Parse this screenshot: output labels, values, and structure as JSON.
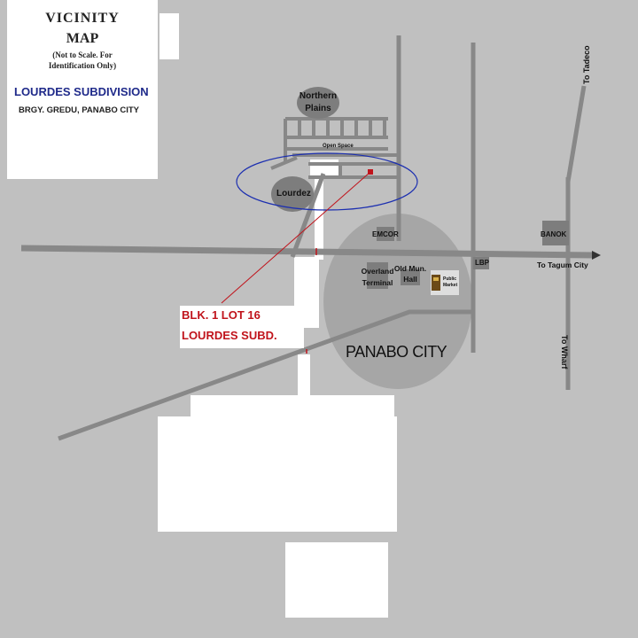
{
  "title_box": {
    "title": "VICINITY",
    "title2": "MAP",
    "note_line1": "(Not to Scale. For",
    "note_line2": "Identification Only)",
    "subdivision": "LOURDES SUBDIVISION",
    "address": "BRGY. GREDU, PANABO CITY"
  },
  "labels": {
    "northern_plains_1": "Northern",
    "northern_plains_2": "Plains",
    "open_space": "Open Space",
    "lourdez": "Lourdez",
    "emcor": "EMCOR",
    "banok": "BANOK",
    "lbp": "LBP",
    "to_tagum": "To Tagum City",
    "to_tadeco": "To Tadeco",
    "to_wharf": "To Wharf",
    "overland_1": "Overland",
    "overland_2": "Terminal",
    "old_mun_1": "Old Mun.",
    "old_mun_2": "Hall",
    "public_market_1": "Public",
    "public_market_2": "Market",
    "panabo_city": "PANABO CITY",
    "callout_1": "BLK. 1 LOT 16",
    "callout_2": "LOURDES SUBD."
  },
  "colors": {
    "background": "#c0c0c0",
    "road": "#888888",
    "landmark": "#7d7d7d",
    "city_circle": "#a6a6a6",
    "highlight_ellipse": "#1c2fb0",
    "callout_red": "#c0141c",
    "subdivision_blue": "#1f2a8a"
  },
  "icons": {
    "public_market_icon": "market-building-icon",
    "arrow": "arrow-right-icon"
  }
}
